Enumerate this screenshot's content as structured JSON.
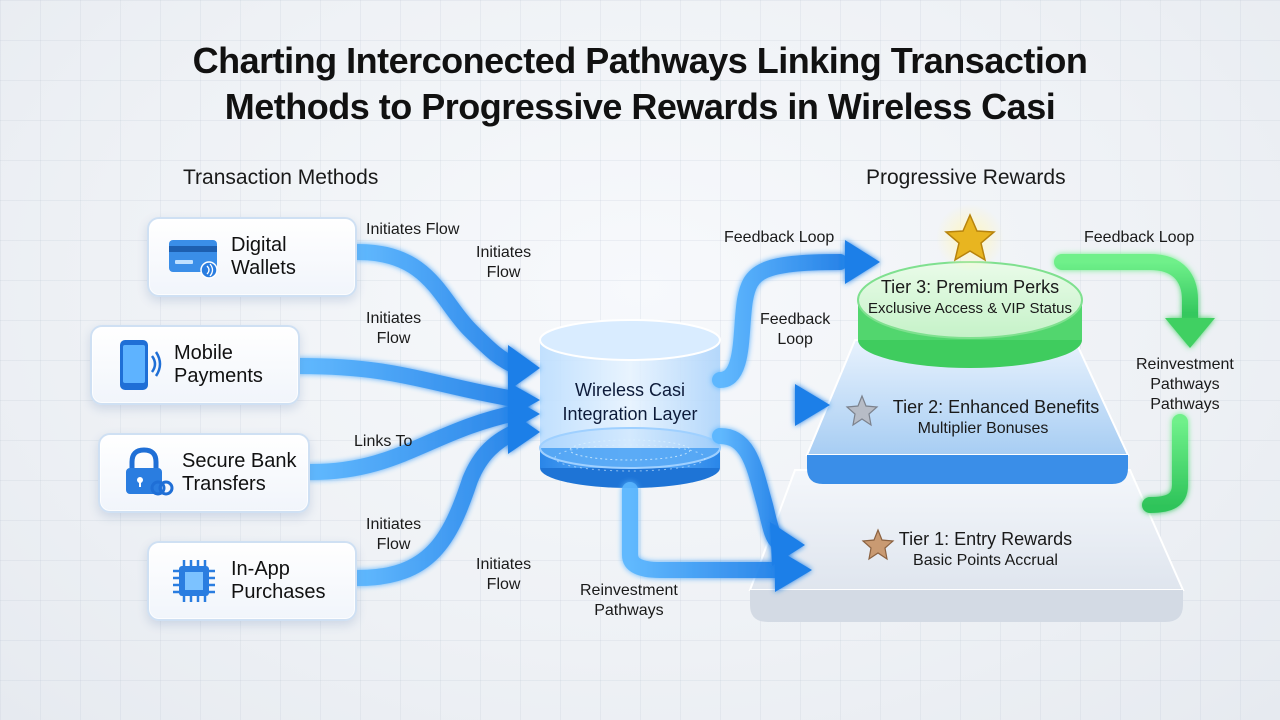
{
  "title": {
    "line1": "Charting Interconected Pathways Linking Transaction",
    "line2": "Methods to Progressive Rewards in Wireless Casi"
  },
  "left_section": {
    "heading": "Transaction Methods",
    "methods": [
      {
        "line1": "Digital",
        "line2": "Wallets",
        "icon": "credit-card-icon"
      },
      {
        "line1": "Mobile",
        "line2": "Payments",
        "icon": "smartphone-icon"
      },
      {
        "line1": "Secure Bank",
        "line2": "Transfers",
        "icon": "padlock-icon"
      },
      {
        "line1": "In-App",
        "line2": "Purchases",
        "icon": "chip-icon"
      }
    ]
  },
  "flow_labels": {
    "initiates_flow_1": "Initiates Flow",
    "initiates_flow_2_l1": "Initiates",
    "initiates_flow_2_l2": "Flow",
    "initiates_flow_3_l1": "Initiates",
    "initiates_flow_3_l2": "Flow",
    "links_to": "Links To",
    "initiates_flow_4_l1": "Initiates",
    "initiates_flow_4_l2": "Flow",
    "initiates_flow_5_l1": "Initiates",
    "initiates_flow_5_l2": "Flow",
    "feedback_loop_1": "Feedback Loop",
    "feedback_loop_2_l1": "Feedback",
    "feedback_loop_2_l2": "Loop",
    "feedback_loop_3": "Feedback Loop",
    "reinvest_right_l1": "Reinvestment",
    "reinvest_right_l2": "Pathways",
    "reinvest_right_l3": "Pathways",
    "reinvest_bottom_l1": "Reinvestment",
    "reinvest_bottom_l2": "Pathways"
  },
  "hub": {
    "line1": "Wireless Casi",
    "line2": "Integration Layer"
  },
  "right_section": {
    "heading": "Progressive Rewards",
    "tiers": [
      {
        "title": "Tier 3: Premium Perks",
        "subtitle": "Exclusive Access & VIP Status",
        "star": "gold-star-icon"
      },
      {
        "title": "Tier 2: Enhanced Benefits",
        "subtitle": "Multiplier Bonuses",
        "star": "silver-star-icon"
      },
      {
        "title": "Tier 1: Entry Rewards",
        "subtitle": "Basic Points Accrual",
        "star": "bronze-star-icon"
      }
    ]
  },
  "colors": {
    "flow_blue": "#2f8df0",
    "flow_green": "#4fdc6a",
    "tier3_green": "#5fe07a",
    "tier2_blue": "#8fc0f0",
    "tier1_base": "#e8ecf2"
  }
}
